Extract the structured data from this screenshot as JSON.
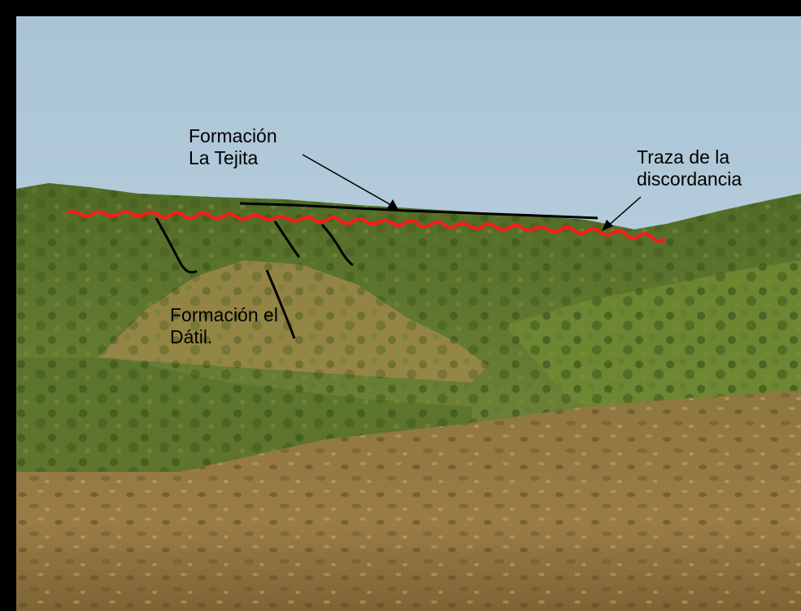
{
  "photo": {
    "subject": "hillside-outcrop",
    "colors": {
      "sky": "#b9cfdc",
      "vegetation": "#5f7a2c",
      "soil": "#9a7a3e",
      "unconformity_line": "#ff1a1a",
      "annotation_line": "#000000"
    }
  },
  "annotations": {
    "la_tejita": {
      "line1": "Formación",
      "line2": "La Tejita"
    },
    "discordancia": {
      "line1": "Traza de la",
      "line2": "discordancia"
    },
    "el_datil": {
      "line1": "Formación el",
      "line2": "Dátil."
    }
  }
}
